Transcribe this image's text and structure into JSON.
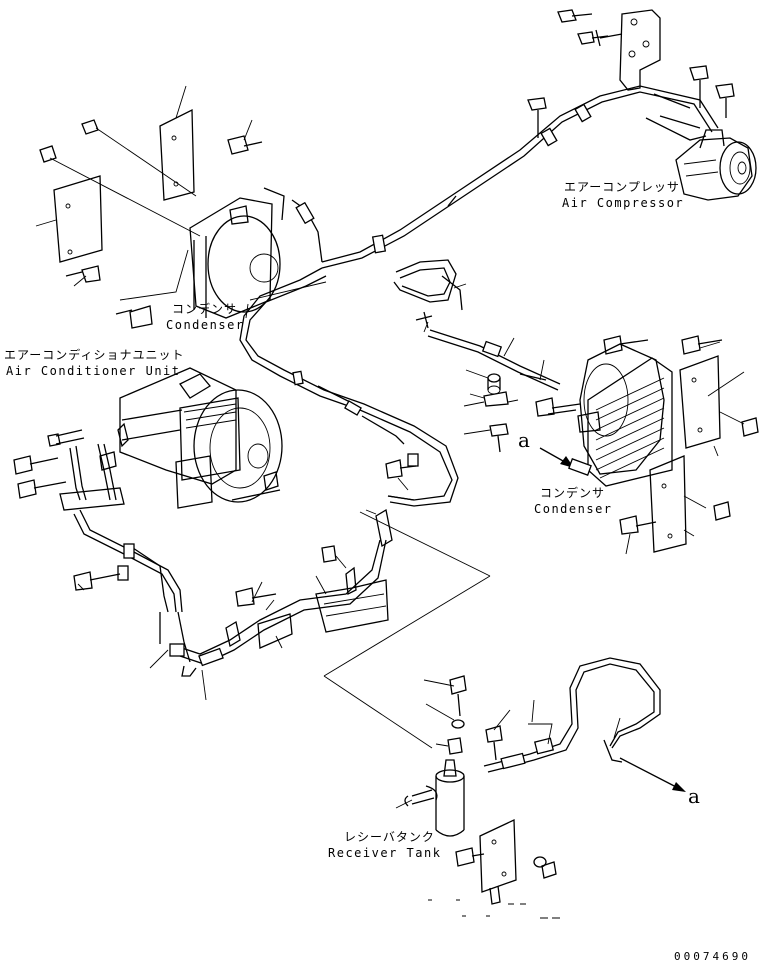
{
  "labels": {
    "compressor_jp": "エアーコンプレッサ",
    "compressor_en": "Air Compressor",
    "condenser_upper_jp": "コンデンサ",
    "condenser_upper_en": "Condenser",
    "ac_unit_jp": "エアーコンディショナユニット",
    "ac_unit_en": "Air Conditioner Unit",
    "condenser_right_jp": "コンデンサ",
    "condenser_right_en": "Condenser",
    "receiver_jp": "レシーバタンク",
    "receiver_en": "Receiver Tank"
  },
  "markers": {
    "a_upper": "a",
    "a_lower": "a"
  },
  "drawing_number": "00074690"
}
